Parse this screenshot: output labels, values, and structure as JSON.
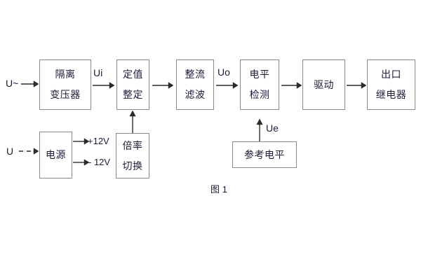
{
  "figure": {
    "caption": "图 1",
    "blocks": [
      {
        "id": "isolation-transformer",
        "lines": [
          "隔离",
          "变压器"
        ]
      },
      {
        "id": "setting-value",
        "lines": [
          "定值",
          "整定"
        ]
      },
      {
        "id": "rectify-filter",
        "lines": [
          "整流",
          "滤波"
        ]
      },
      {
        "id": "level-detection",
        "lines": [
          "电平",
          "检测"
        ]
      },
      {
        "id": "drive",
        "lines": [
          "驱动"
        ]
      },
      {
        "id": "output-relay",
        "lines": [
          "出口",
          "继电器"
        ]
      },
      {
        "id": "power-supply",
        "lines": [
          "电源"
        ]
      },
      {
        "id": "multiplier-switch",
        "lines": [
          "倍率",
          "切换"
        ]
      },
      {
        "id": "reference-level",
        "lines": [
          "参考电平"
        ]
      }
    ],
    "labels": {
      "input_ac": "U~",
      "input_dc": "U",
      "ui": "Ui",
      "uo": "Uo",
      "ue": "Ue",
      "positive_12v": "+12V",
      "negative_12v": "- 12V"
    },
    "colors": {
      "box_border": "#8a8a8a",
      "text": "#1b1b3a",
      "connector": "#2b2b2b",
      "background": "#ffffff"
    }
  }
}
